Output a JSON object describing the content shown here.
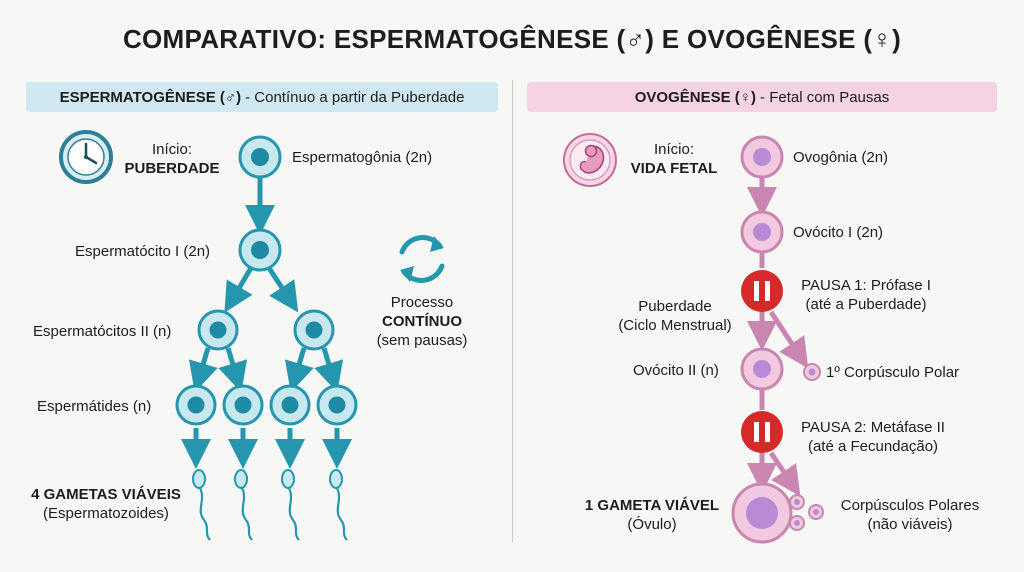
{
  "title": "COMPARATIVO: ESPERMATOGÊNESE (♂) E OVOGÊNESE (♀)",
  "male": {
    "banner_title": "ESPERMATOGÊNESE (♂)",
    "banner_rest": "- Contínuo a partir da Puberdade",
    "start_label": "Início:",
    "start_value": "PUBERDADE",
    "spermatogonia": "Espermatogônia (2n)",
    "spermatocyte1": "Espermatócito I (2n)",
    "spermatocytes2": "Espermatócitos II (n)",
    "spermatids": "Espermátides (n)",
    "process_line1": "Processo",
    "process_line2": "CONTÍNUO",
    "process_line3": "(sem pausas)",
    "gametes_line1": "4 GAMETAS VIÁVEIS",
    "gametes_line2": "(Espermatozoides)"
  },
  "female": {
    "banner_title": "OVOGÊNESE (♀)",
    "banner_rest": "- Fetal com Pausas",
    "start_label": "Início:",
    "start_value": "VIDA FETAL",
    "oogonia": "Ovogônia (2n)",
    "oocyte1": "Ovócito I (2n)",
    "pause1_line1": "PAUSA 1: Prófase I",
    "pause1_line2": "(até a Puberdade)",
    "puberty_line1": "Puberdade",
    "puberty_line2": "(Ciclo Menstrual)",
    "oocyte2": "Ovócito II (n)",
    "polar1": "1º Corpúsculo Polar",
    "pause2_line1": "PAUSA 2: Metáfase II",
    "pause2_line2": "(até a Fecundação)",
    "gamete_line1": "1 GAMETA VIÁVEL",
    "gamete_line2": "(Óvulo)",
    "polars_line1": "Corpúsculos Polares",
    "polars_line2": "(não viáveis)"
  },
  "colors": {
    "male_accent": "#2596ad",
    "male_light": "#c8e8ef",
    "female_accent": "#c986b0",
    "female_light": "#f2c9de",
    "pause_red": "#d42a2a"
  },
  "icons": [
    "clock-icon",
    "embryo-icon",
    "cycle-arrows-icon",
    "pause-icon",
    "sperm-icon"
  ]
}
